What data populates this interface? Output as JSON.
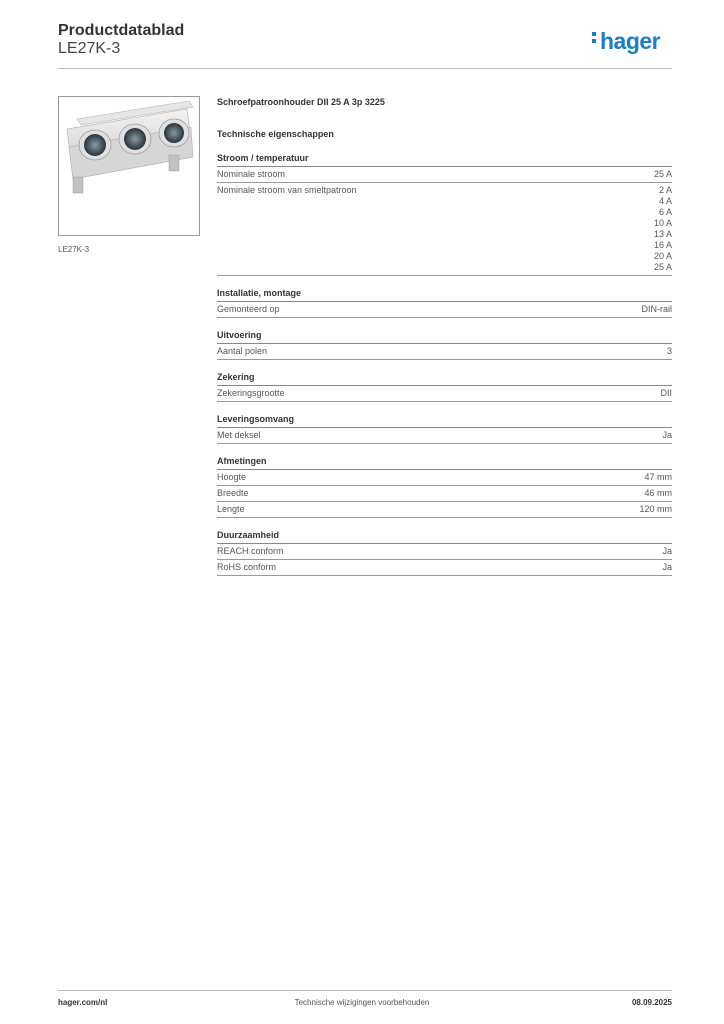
{
  "header": {
    "title": "Productdatablad",
    "subtitle": "LE27K-3",
    "logo_text": "hager",
    "brand_color": "#1a7fc4"
  },
  "product": {
    "image_caption": "LE27K-3",
    "name": "Schroefpatroonhouder DII 25 A 3p 3225"
  },
  "tech_heading": "Technische eigenschappen",
  "sections": [
    {
      "title": "Stroom / temperatuur",
      "rows": [
        {
          "label": "Nominale stroom",
          "values": [
            "25 A"
          ]
        },
        {
          "label": "Nominale stroom van smeltpatroon",
          "values": [
            "2 A",
            "4 A",
            "6 A",
            "10 A",
            "13 A",
            "16 A",
            "20 A",
            "25 A"
          ]
        }
      ]
    },
    {
      "title": "Installatie, montage",
      "rows": [
        {
          "label": "Gemonteerd op",
          "values": [
            "DIN-rail"
          ]
        }
      ]
    },
    {
      "title": "Uitvoering",
      "rows": [
        {
          "label": "Aantal polen",
          "values": [
            "3"
          ]
        }
      ]
    },
    {
      "title": "Zekering",
      "rows": [
        {
          "label": "Zekeringsgrootte",
          "values": [
            "DII"
          ]
        }
      ]
    },
    {
      "title": "Leveringsomvang",
      "rows": [
        {
          "label": "Met deksel",
          "values": [
            "Ja"
          ]
        }
      ]
    },
    {
      "title": "Afmetingen",
      "rows": [
        {
          "label": "Hoogte",
          "values": [
            "47 mm"
          ]
        },
        {
          "label": "Breedte",
          "values": [
            "46 mm"
          ]
        },
        {
          "label": "Lengte",
          "values": [
            "120 mm"
          ]
        }
      ]
    },
    {
      "title": "Duurzaamheid",
      "rows": [
        {
          "label": "REACH conform",
          "values": [
            "Ja"
          ]
        },
        {
          "label": "RoHS conform",
          "values": [
            "Ja"
          ]
        }
      ]
    }
  ],
  "footer": {
    "left": "hager.com/nl",
    "center": "Technische wijzigingen voorbehouden",
    "right": "08.09.2025"
  }
}
